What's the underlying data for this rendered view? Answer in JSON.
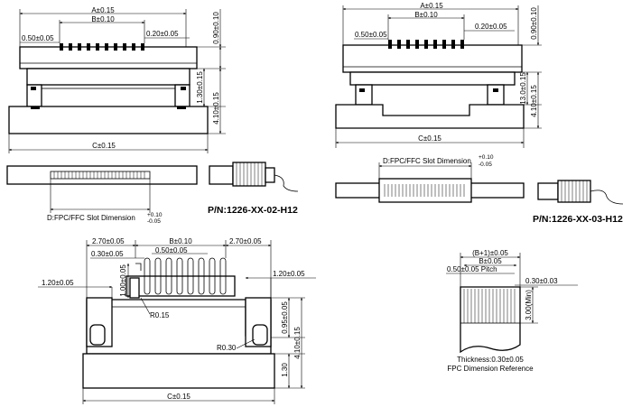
{
  "view1": {
    "dim_a": "A±0.15",
    "dim_b": "B±0.10",
    "dim_pitch_left": "0.50±0.05",
    "dim_pitch_right": "0.20±0.05",
    "dim_height_small": "0.90±0.10",
    "dim_height_mid": "1.30±0.15",
    "dim_height_total": "4.10±0.15",
    "dim_c": "C±0.15",
    "slot_label": "D:FPC/FFC Slot Dimension",
    "slot_tol_plus": "+0.10",
    "slot_tol_minus": "-0.05",
    "part_number": "P/N:1226-XX-02-H12"
  },
  "view2": {
    "dim_a": "A±0.15",
    "dim_b": "B±0.10",
    "dim_pitch_left": "0.50±0.05",
    "dim_pitch_right": "0.20±0.05",
    "dim_height_small": "0.90±0.10",
    "dim_height_mid": "13.0±0.15",
    "dim_height_total": "4.10±0.15",
    "dim_c": "C±0.15",
    "slot_label": "D:FPC/FFC Slot Dimension",
    "slot_tol_plus": "+0.10",
    "slot_tol_minus": "-0.05",
    "part_number": "P/N:1226-XX-03-H12"
  },
  "view3": {
    "dim_left_270": "2.70±0.05",
    "dim_b": "B±0.10",
    "dim_right_270": "2.70±0.05",
    "dim_pitch_left": "0.30±0.05",
    "dim_pitch_mid": "0.50±0.05",
    "dim_side_left": "1.20±0.05",
    "dim_side_right": "1.20±0.05",
    "dim_pin_height": "1.00±0.05",
    "radius_small": "R0.15",
    "radius_large": "R0.30",
    "dim_height_small": "0.95±0.05",
    "dim_height_total": "4.10±0.15",
    "dim_height_base": "1.30",
    "dim_c": "C±0.15"
  },
  "fpc": {
    "dim_b_plus_1": "(B+1)±0.05",
    "dim_b": "B±0.05",
    "dim_pitch": "0.50±0.05 Pitch",
    "dim_end": "0.30±0.03",
    "dim_min": "3.00(Min)",
    "thickness": "Thickness:0.30±0.05",
    "reference": "FPC Dimension Reference"
  }
}
